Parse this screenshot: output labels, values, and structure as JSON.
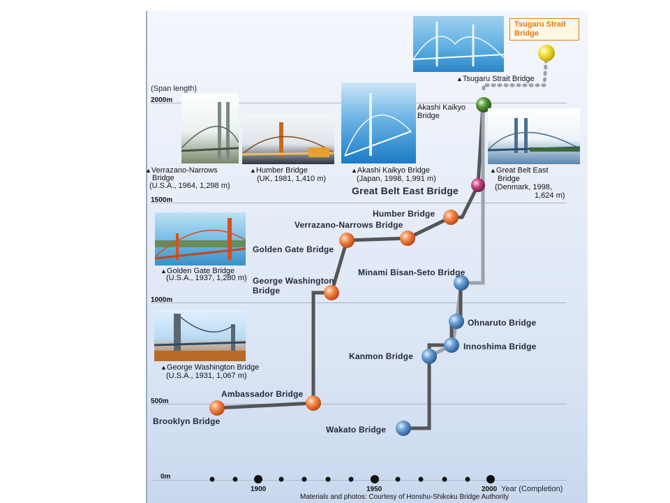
{
  "axis": {
    "span_title": "(Span length)",
    "y_ticks": [
      "2000m",
      "1500m",
      "1000m",
      "500m",
      "0m"
    ],
    "x_ticks": [
      "1900",
      "1950",
      "2000"
    ],
    "x_title": "Year (Completion)"
  },
  "tsugaru_tag": "Tsugaru Strait Bridge",
  "bridges": {
    "brooklyn": "Brooklyn Bridge",
    "ambassador": "Ambassador Bridge",
    "george_washington": "George Washington Bridge",
    "golden_gate": "Golden Gate Bridge",
    "verrazano": "Verrazano-Narrows Bridge",
    "humber": "Humber Bridge",
    "great_belt": "Great Belt East Bridge",
    "akashi": "Akashi Kaikyo Bridge",
    "wakato": "Wakato Bridge",
    "kanmon": "Kanmon Bridge",
    "innoshima": "Innoshima Bridge",
    "ohnaruto": "Ohnaruto Bridge",
    "minami_bisan": "Minami Bisan-Seto Bridge"
  },
  "captions": {
    "tsugaru": "Tsugaru Strait Bridge",
    "verrazano_1": "Verrazano-Narrows",
    "verrazano_2": "Bridge",
    "verrazano_3": "(U.S.A., 1964, 1,298 m)",
    "humber_1": "Humber Bridge",
    "humber_2": "(UK, 1981, 1,410 m)",
    "akashi_1": "Akashi Kaikyo Bridge",
    "akashi_2": "(Japan, 1998, 1,991 m)",
    "akashi_label_1": "Akashi Kaikyo",
    "akashi_label_2": "Bridge",
    "great_belt_1": "Great Belt East",
    "great_belt_2": "Bridge",
    "great_belt_3": "(Denmark, 1998,",
    "great_belt_4": "1,624 m)",
    "golden_gate_1": "Golden Gate Bridge",
    "golden_gate_2": "(U.S.A., 1937, 1,280 m)",
    "gw_1": "George Washington Bridge",
    "gw_2": "(U.S.A., 1931, 1,067 m)",
    "gw_label_1": "George Washington",
    "gw_label_2": "Bridge"
  },
  "credit": "Materials and photos: Courtesy of Honshu-Shikoku Bridge Authority",
  "colors": {
    "world_node": "#e8743a",
    "japan_node": "#5d92c8",
    "akashi_node": "#4f8a35",
    "great_belt_node": "#c0407a",
    "tsugaru_node": "#f4e33a",
    "world_line": "#505050",
    "japan_line": "#9aa0aa"
  }
}
